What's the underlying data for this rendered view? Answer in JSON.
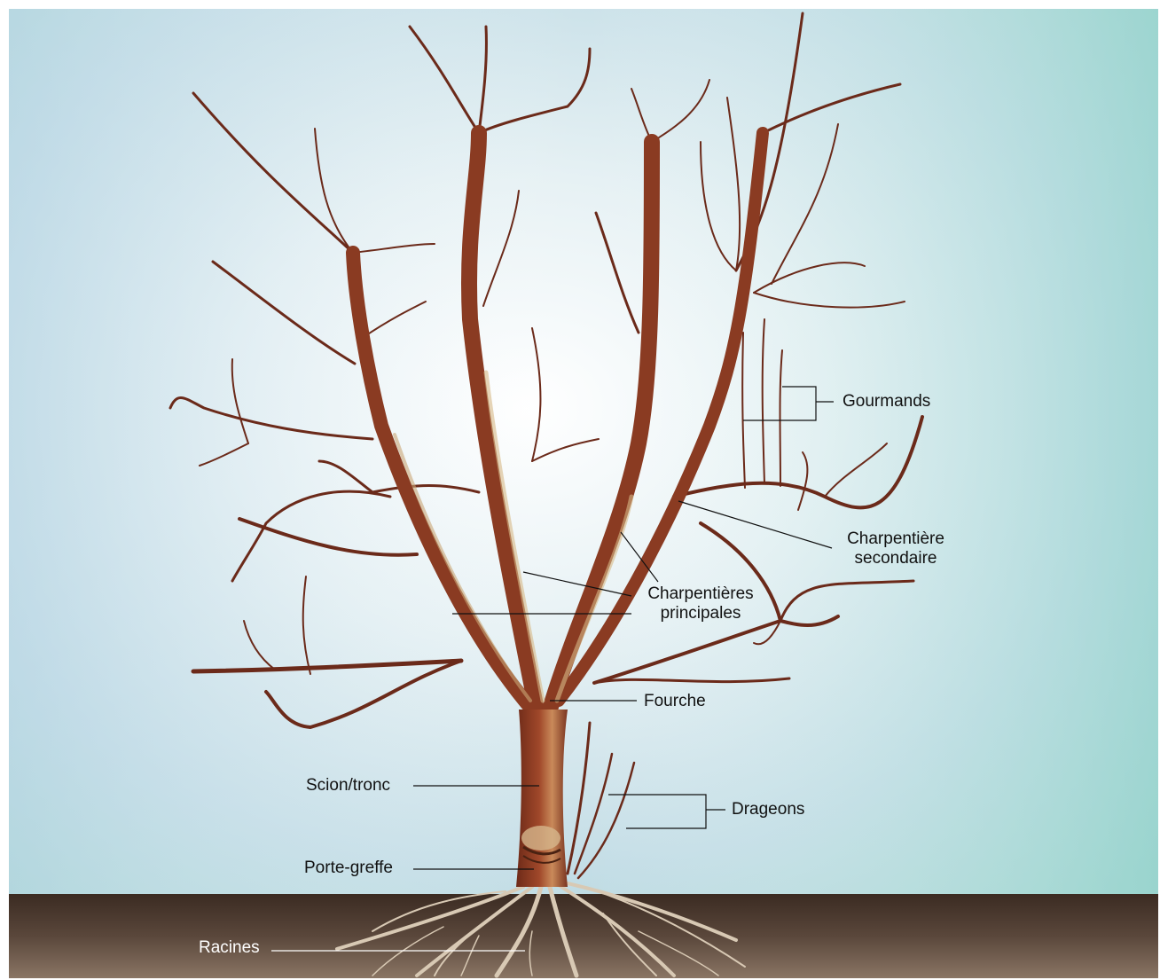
{
  "labels": {
    "gourmands": "Gourmands",
    "charpentiere_secondaire_1": "Charpentière",
    "charpentiere_secondaire_2": "secondaire",
    "charpentieres_principales_1": "Charpentières",
    "charpentieres_principales_2": "principales",
    "fourche": "Fourche",
    "scion_tronc": "Scion/tronc",
    "drageons": "Drageons",
    "porte_greffe": "Porte-greffe",
    "racines": "Racines"
  },
  "colors": {
    "sky_left": "#cfe3ee",
    "sky_right": "#a9dcd8",
    "bark": "#8a3b22",
    "bark_highlight": "#c9b07a",
    "soil": "#4a3a30",
    "roots": "#d8c9b4",
    "leader_line": "#111111"
  }
}
